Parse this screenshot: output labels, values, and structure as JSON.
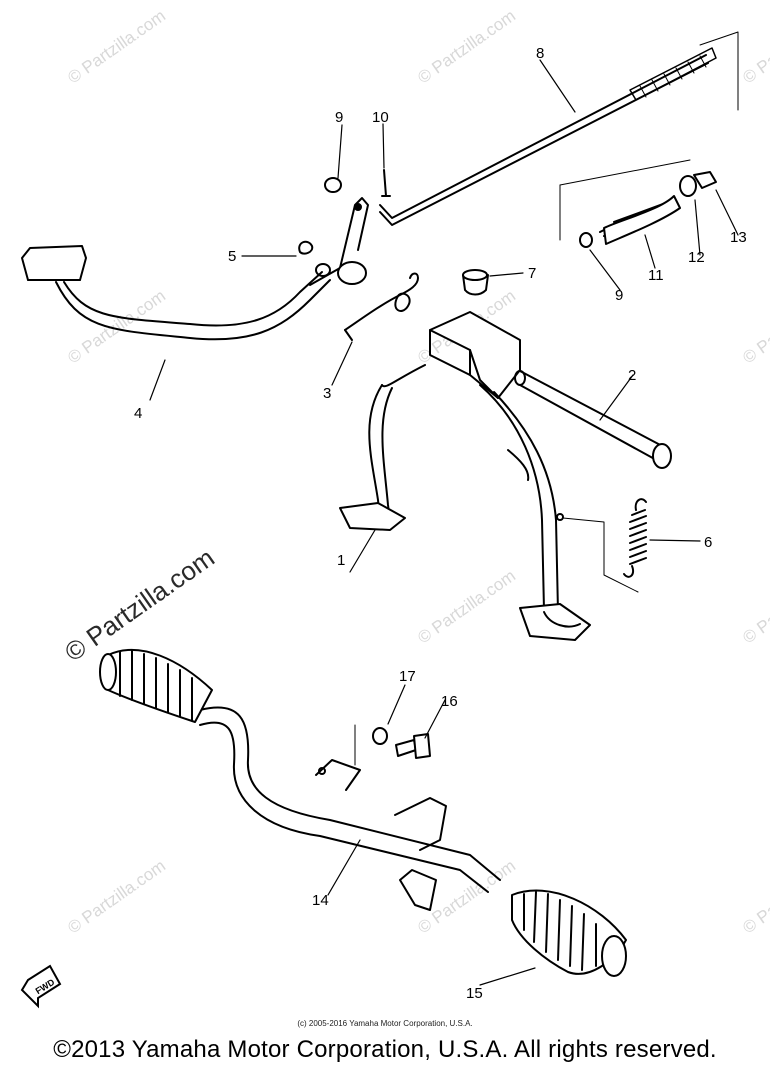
{
  "watermark": {
    "text": "© Partzilla.com",
    "faded_text": "© Partzilla.com"
  },
  "fwd_label": "FWD",
  "callouts": [
    "1",
    "2",
    "3",
    "4",
    "5",
    "6",
    "7",
    "8",
    "9",
    "9",
    "10",
    "11",
    "12",
    "13",
    "14",
    "15",
    "16",
    "17"
  ],
  "small_copyright": "(c) 2005-2016 Yamaha Motor Corporation, U.S.A.",
  "copyright": "©2013 Yamaha Motor Corporation, U.S.A. All rights reserved."
}
